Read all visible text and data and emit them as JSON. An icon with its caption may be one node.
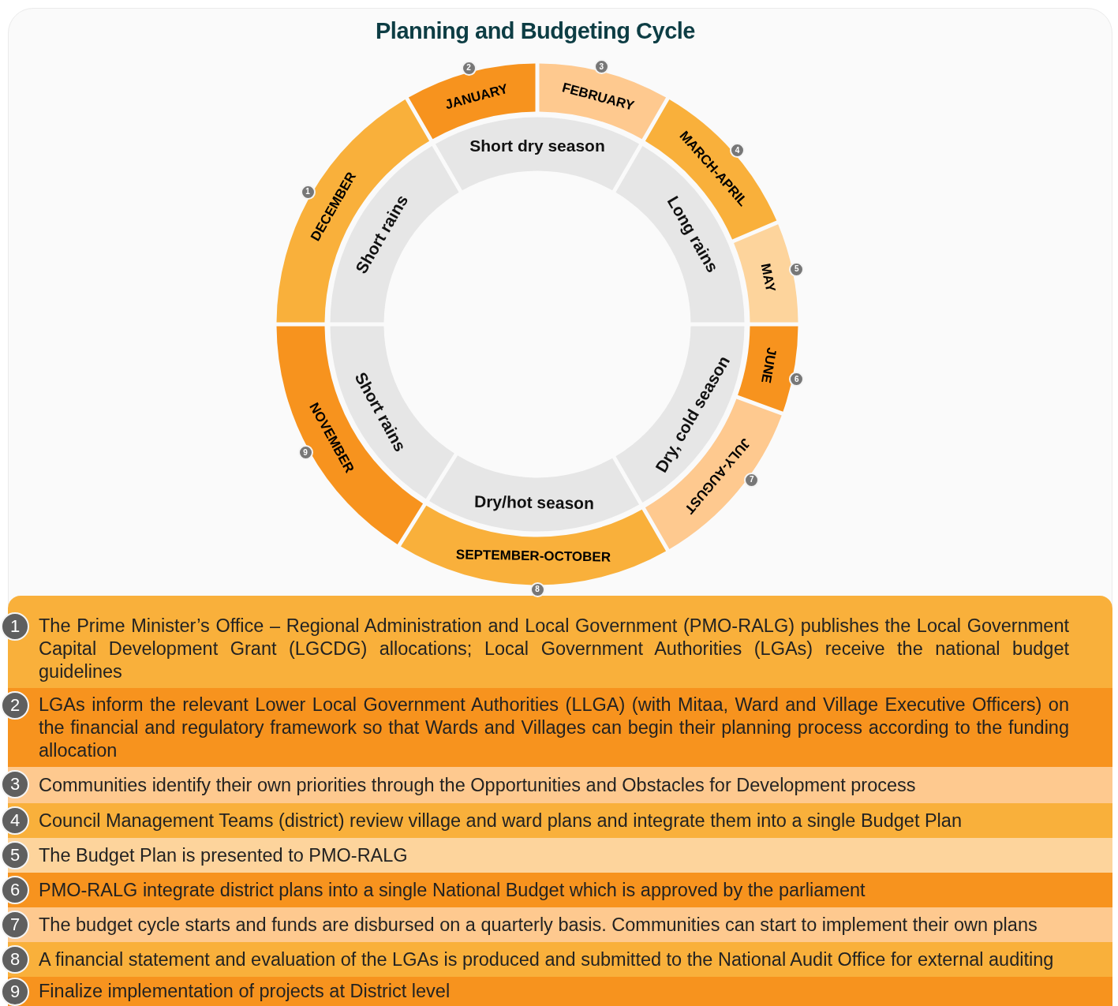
{
  "diagram": {
    "title": "Planning and Budgeting Cycle",
    "nodes": [
      {
        "text": [
          "DECEMBER"
        ],
        "beside": [
          "1"
        ]
      },
      {
        "text": [
          "JANUARY"
        ],
        "beside": [
          "2"
        ]
      },
      {
        "text": [
          "FEBRUARY"
        ],
        "beside": [
          "3"
        ]
      },
      {
        "text": [
          "MARCH-APRIL"
        ],
        "beside": [
          "4"
        ]
      },
      {
        "text": [
          "MAY"
        ],
        "beside": [
          "5"
        ]
      },
      {
        "text": [
          "JUNE"
        ],
        "beside": [
          "6"
        ]
      },
      {
        "text": [
          "JULY-AUGUST"
        ],
        "beside": [
          "7"
        ]
      },
      {
        "text": [
          "SEPTEMBER-OCTOBER"
        ],
        "beside": [
          "8"
        ]
      },
      {
        "text": [
          "NOVEMBER"
        ],
        "beside": [
          "9"
        ]
      },
      {
        "text": [
          "Short rains"
        ]
      },
      {
        "text": [
          "Short dry season"
        ]
      },
      {
        "text": [
          "Long rains"
        ]
      },
      {
        "text": [
          "Dry, cold season"
        ]
      },
      {
        "text": [
          "Dry/hot season"
        ]
      },
      {
        "text": [
          "Short rains"
        ]
      },
      {
        "text": [
          "1",
          "The Prime Minister’s Office – Regional Administration and Local Government  (PMO-RALG) publishes the Local Government Capital Development Grant (LGCDG) allocations; Local Government Authorities (LGAs) receive the national budget guidelines"
        ]
      },
      {
        "text": [
          "2",
          "LGAs inform the relevant Lower Local Government Authorities (LLGA) (with Mitaa, Ward and Village Executive Officers) on the financial and regulatory framework so that Wards and Villages can begin their planning process according to the funding allocation"
        ]
      },
      {
        "text": [
          "3",
          "Communities identify their own priorities through the Opportunities and Obstacles for Development process"
        ]
      },
      {
        "text": [
          "4",
          "Council Management Teams (district) review village and ward plans and integrate them into a single Budget Plan"
        ]
      },
      {
        "text": [
          "5",
          "The Budget Plan is presented to PMO-RALG"
        ]
      },
      {
        "text": [
          "6",
          "PMO-RALG integrate district plans into a single National Budget which is approved by the parliament"
        ]
      },
      {
        "text": [
          "7",
          "The budget cycle starts and funds are disbursed on a quarterly basis. Communities can start to implement their own plans"
        ]
      },
      {
        "text": [
          "8",
          "A financial statement and evaluation of the LGAs is produced and submitted to the National Audit Office for external auditing"
        ]
      },
      {
        "text": [
          "9",
          "Finalize implementation of projects at District level"
        ]
      }
    ]
  }
}
